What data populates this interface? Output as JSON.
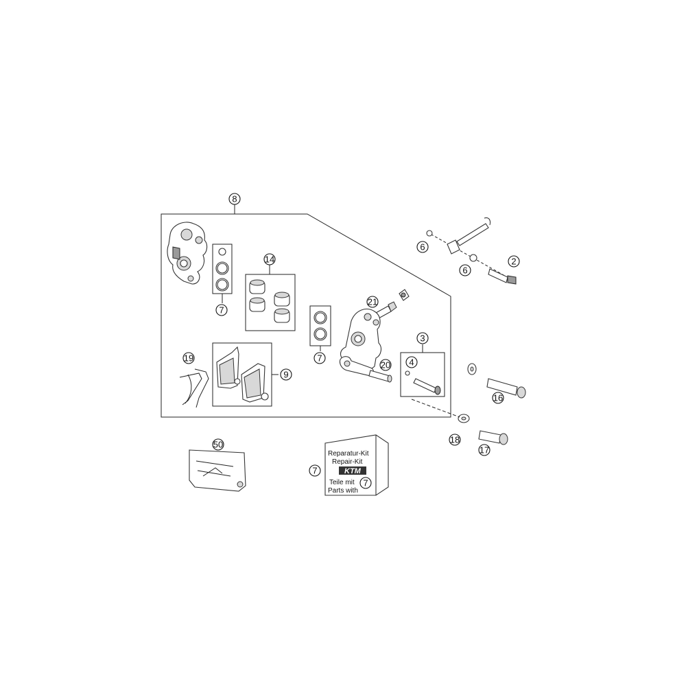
{
  "callouts": [
    {
      "id": "c8",
      "label": "8"
    },
    {
      "id": "c7a",
      "label": "7"
    },
    {
      "id": "c14",
      "label": "14"
    },
    {
      "id": "c21",
      "label": "21"
    },
    {
      "id": "c7b",
      "label": "7"
    },
    {
      "id": "c19",
      "label": "19"
    },
    {
      "id": "c9",
      "label": "9"
    },
    {
      "id": "c20",
      "label": "20"
    },
    {
      "id": "c3",
      "label": "3"
    },
    {
      "id": "c4",
      "label": "4"
    },
    {
      "id": "c6a",
      "label": "6"
    },
    {
      "id": "c6b",
      "label": "6"
    },
    {
      "id": "c2",
      "label": "2"
    },
    {
      "id": "c16",
      "label": "16"
    },
    {
      "id": "c18",
      "label": "18"
    },
    {
      "id": "c17",
      "label": "17"
    },
    {
      "id": "c50",
      "label": "50"
    },
    {
      "id": "c7c",
      "label": "7"
    },
    {
      "id": "c7d",
      "label": "7"
    }
  ],
  "repair_kit": {
    "line1": "Reparatur-Kit",
    "line2": "Repair-Kit",
    "logo": "KTM",
    "line3": "Teile mit",
    "line4": "Parts with"
  }
}
